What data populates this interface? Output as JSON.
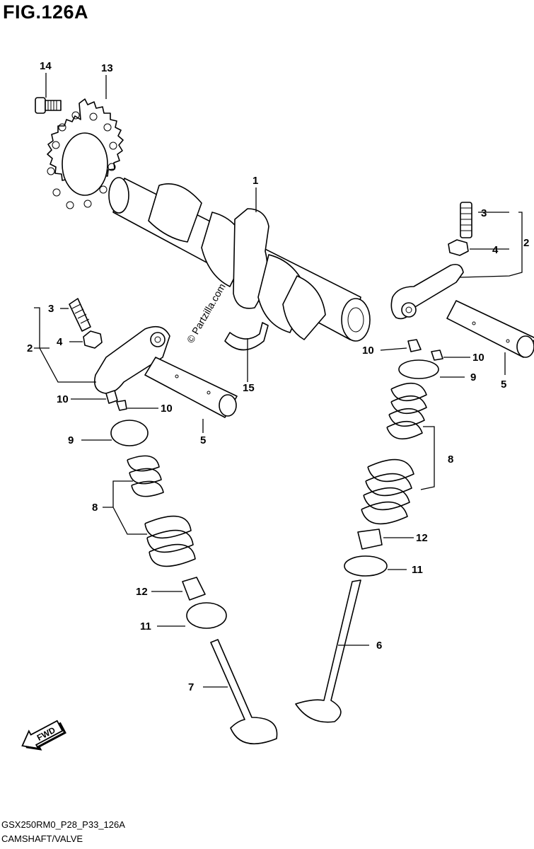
{
  "title": "FIG.126A",
  "watermark": "© Partzilla.com",
  "fwd_label": "FWD",
  "footer": {
    "code": "GSX250RM0_P28_P33_126A",
    "caption": "CAMSHAFT/VALVE"
  },
  "callouts": [
    "1",
    "2",
    "3",
    "4",
    "5",
    "6",
    "7",
    "8",
    "9",
    "10",
    "11",
    "12",
    "13",
    "14",
    "15"
  ],
  "parts": {
    "camshaft": "1",
    "rocker_arm_assy": "2",
    "adjusting_screw": "3",
    "nut": "4",
    "rocker_shaft": "5",
    "valve_exhaust": "6",
    "valve_intake": "7",
    "valve_spring": "8",
    "spring_retainer": "9",
    "cotter": "10",
    "spring_seat": "11",
    "oil_seal": "12",
    "sprocket": "13",
    "bolt": "14",
    "stopper": "15"
  }
}
